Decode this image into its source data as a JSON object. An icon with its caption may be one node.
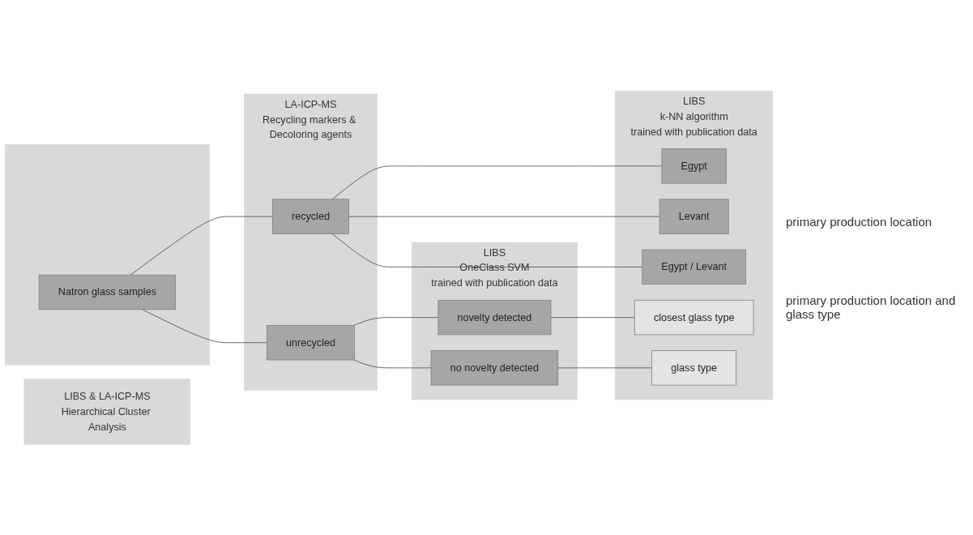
{
  "diagram": {
    "nodes": [
      {
        "text": [],
        "shape": "box"
      },
      {
        "text": [
          "Natron glass samples"
        ],
        "in": 0
      },
      {
        "text": [
          "LA-ICP-MS",
          "Recycling markers & Decoloring agents"
        ]
      },
      {
        "text": [
          "recycled"
        ],
        "in": 2
      },
      {
        "text": [
          "unrecycled"
        ],
        "in": 2
      },
      {
        "text": [
          "LIBS",
          "OneClass SVM",
          "trained with publication data"
        ]
      },
      {
        "text": [
          "novelty detected"
        ],
        "in": 5
      },
      {
        "text": [
          "no novelty detected"
        ],
        "in": 5
      },
      {
        "text": [
          "LIBS & LA-ICP-MS",
          "Hierarchical Cluster Analysis"
        ]
      },
      {
        "text": [
          "LIBS",
          "k-NN algorithm",
          "trained with publication data"
        ]
      },
      {
        "text": [
          "Egypt"
        ],
        "in": 9
      },
      {
        "text": [
          "Levant"
        ],
        "in": 9
      },
      {
        "text": [
          "Egypt / Levant"
        ],
        "in": 9
      },
      {
        "text": [
          "closest glass type"
        ],
        "in": 9
      },
      {
        "text": [
          "glass type"
        ],
        "in": 9
      }
    ],
    "edges": [
      {
        "from": 1,
        "to": 3,
        "arrow": "none"
      },
      {
        "from": 1,
        "to": 4,
        "arrow": "none"
      },
      {
        "from": 3,
        "to": 10,
        "arrow": "none"
      },
      {
        "from": 3,
        "to": 11,
        "arrow": "none"
      },
      {
        "from": 3,
        "to": 12,
        "arrow": "none"
      },
      {
        "from": 4,
        "to": 6,
        "arrow": "none"
      },
      {
        "from": 4,
        "to": 7,
        "arrow": "none"
      },
      {
        "from": 6,
        "to": 13,
        "arrow": "none"
      },
      {
        "from": 7,
        "to": 14,
        "arrow": "none"
      }
    ],
    "labels": [
      "primary production location",
      "primary production location and glass type"
    ]
  }
}
